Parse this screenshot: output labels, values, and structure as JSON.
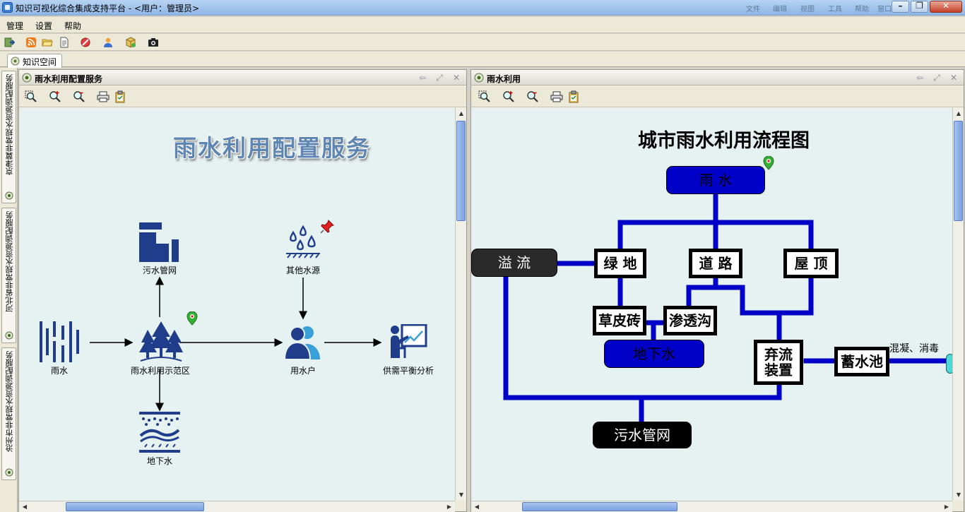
{
  "window": {
    "title": "知识可视化综合集成支持平台 - <用户：管理员>",
    "faded_items": [
      "文件",
      "编辑",
      "视图",
      "工具",
      "帮助",
      "窗口"
    ]
  },
  "menu": {
    "items": [
      "管理",
      "设置",
      "帮助"
    ]
  },
  "tabs": {
    "main": "知识空间"
  },
  "vertical_tabs": [
    "京津冀非常规水资源调配服务",
    "河北省非常规水资源调配服务",
    "沧州市非常规水资源调配服务"
  ],
  "left_panel": {
    "title": "雨水利用配置服务",
    "diagram_title": "雨水利用配置服务",
    "nodes": {
      "rain": "雨水",
      "demo_zone": "雨水利用示范区",
      "sewer": "污水管网",
      "groundwater": "地下水",
      "other_source": "其他水源",
      "user": "用水户",
      "balance": "供需平衡分析"
    }
  },
  "right_panel": {
    "title": "雨水利用",
    "diagram_title": "城市雨水利用流程图",
    "boxes": {
      "rain": "雨 水",
      "green": "绿 地",
      "road": "道 路",
      "roof": "屋 顶",
      "overflow": "溢 流",
      "lawn_brick": "草皮砖",
      "seepage_ditch": "渗透沟",
      "groundwater": "地下水",
      "discard_device": "弃流装置",
      "tank": "蓄水池",
      "sewer": "污水管网"
    },
    "side_text": "混凝、消毒",
    "colors": {
      "pipe": "#0000c8",
      "node_blue": "#0000c8",
      "node_dark": "#2a2a2a"
    }
  }
}
